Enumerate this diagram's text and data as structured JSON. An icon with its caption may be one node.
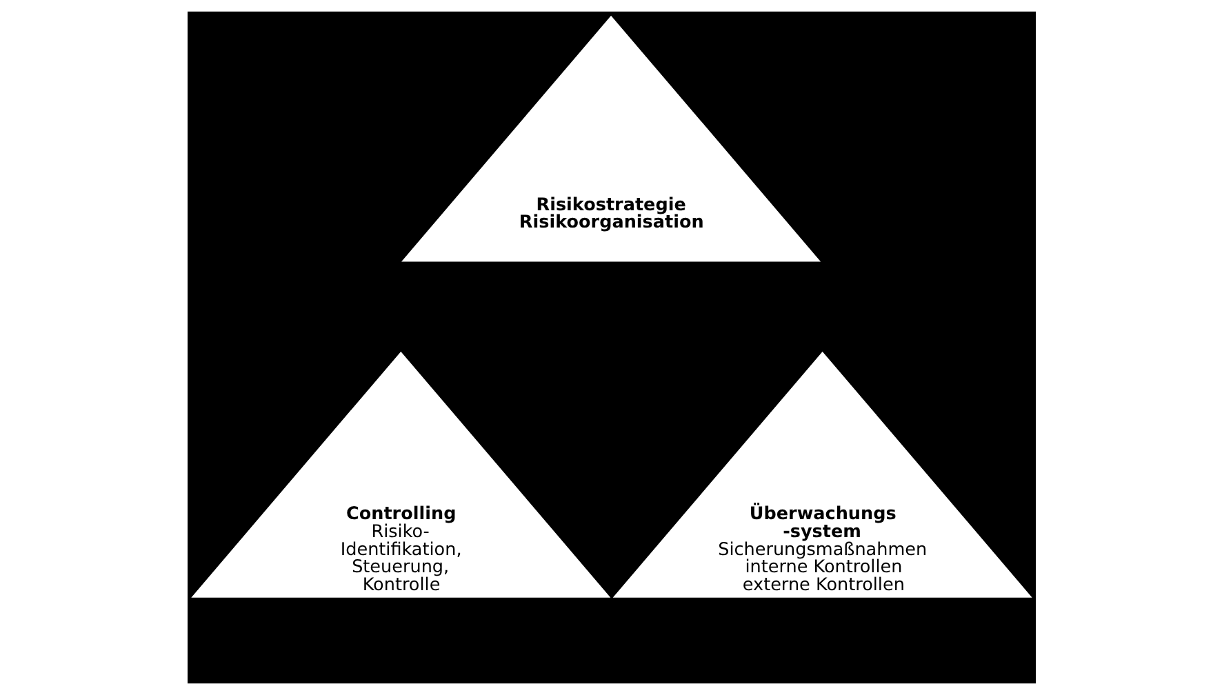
{
  "diagram": {
    "nodes": [
      {
        "text": [
          "Risikostrategie Risikoorganisation"
        ]
      },
      {
        "text": [
          "Controlling",
          "Risiko- Identifikation, Steuerung, Kontrolle"
        ]
      },
      {
        "text": [
          "Überwachungs -system",
          "Sicherungsmaßnahmen interne Kontrollen externe Kontrollen"
        ]
      }
    ]
  }
}
